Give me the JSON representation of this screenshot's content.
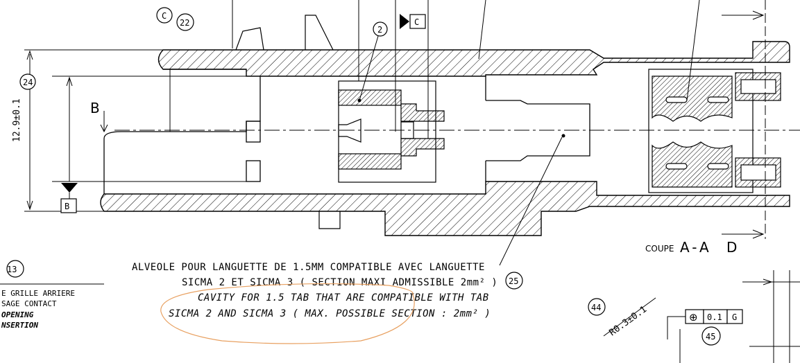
{
  "balloons": {
    "b22": "22",
    "b2": "2",
    "b24": "24",
    "b13": "13",
    "b25": "25",
    "b44": "44",
    "b45": "45"
  },
  "datum_labels": {
    "c_circle": "C",
    "c_box": "C",
    "b_view": "B",
    "b_box": "B"
  },
  "dimensions": {
    "height": "12.9±0.1",
    "radius": "R0.3±0.1"
  },
  "tolerance_frame": {
    "symbol": "⊕",
    "value": "0.1",
    "datum": "G"
  },
  "section_label": {
    "prefix": "COUPE",
    "name": "A-A",
    "suffix": "D"
  },
  "note_25": {
    "line1": "ALVEOLE POUR LANGUETTE DE 1.5MM COMPATIBLE AVEC LANGUETTE",
    "line2": "SICMA 2 ET SICMA 3 ( SECTION MAXI ADMISSIBLE 2mm² )",
    "line3": "CAVITY FOR 1.5 TAB THAT ARE COMPATIBLE WITH TAB",
    "line4": "SICMA 2 AND SICMA 3 ( MAX. POSSIBLE SECTION : 2mm² )"
  },
  "note_13": {
    "line1": "E GRILLE ARRIERE",
    "line2": "SAGE CONTACT",
    "line3": "OPENING",
    "line4": "NSERTION"
  },
  "colors": {
    "ink": "#000000",
    "highlight": "#e8a060"
  }
}
